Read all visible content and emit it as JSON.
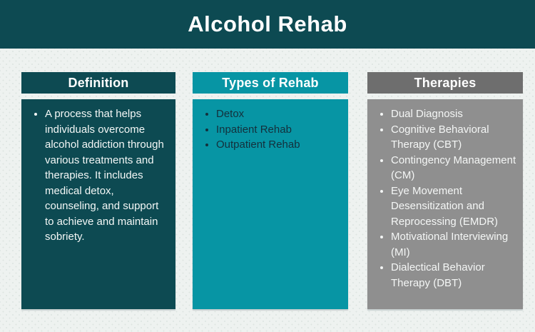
{
  "title": "Alcohol Rehab",
  "theme": {
    "banner_bg": "#0d4a52",
    "page_background": "#eef2f0",
    "background_dot": "#dde4e1",
    "dark_teal": "#0d4a52",
    "teal": "#0795a4",
    "gray_header": "#6e6e6e",
    "gray_body": "#8f8f8f",
    "light_text": "#f3f7f6",
    "dark_text": "#14303c"
  },
  "columns": [
    {
      "id": "definition",
      "header": "Definition",
      "header_bg": "#0d4a52",
      "body_bg": "#0d4a52",
      "text_color": "#f3f7f6",
      "items": [
        "A process that helps individuals overcome alcohol addiction through various treatments and therapies. It includes medical detox, counseling, and support to achieve and maintain sobriety."
      ]
    },
    {
      "id": "types-of-rehab",
      "header": "Types of Rehab",
      "header_bg": "#0795a4",
      "body_bg": "#0795a4",
      "text_color": "#14303c",
      "items": [
        "Detox",
        "Inpatient Rehab",
        "Outpatient Rehab"
      ]
    },
    {
      "id": "therapies",
      "header": "Therapies",
      "header_bg": "#6e6e6e",
      "body_bg": "#8f8f8f",
      "text_color": "#f4f6f5",
      "items": [
        "Dual Diagnosis",
        "Cognitive Behavioral Therapy (CBT)",
        "Contingency Management (CM)",
        "Eye Movement Desensitization and Reprocessing (EMDR)",
        "Motivational Interviewing (MI)",
        "Dialectical Behavior Therapy (DBT)"
      ]
    }
  ]
}
